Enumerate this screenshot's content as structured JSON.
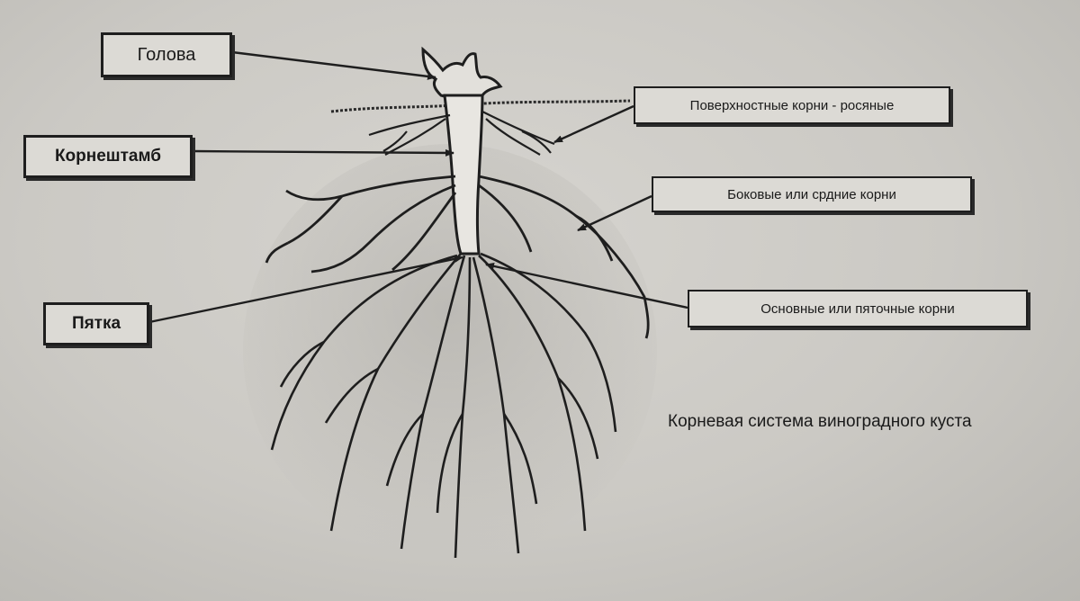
{
  "labels": {
    "golova": "Голова",
    "kornshtamb": "Корнештамб",
    "pyatka": "Пятка",
    "poverkhnostnye": "Поверхностные корни - росяные",
    "bokovye": "Боковые или срдние корни",
    "osnovnye": "Основные или пяточные корни"
  },
  "caption": "Корневая система виноградного куста",
  "colors": {
    "paper": "#d3d1cc",
    "ink": "#1e1e1e"
  }
}
